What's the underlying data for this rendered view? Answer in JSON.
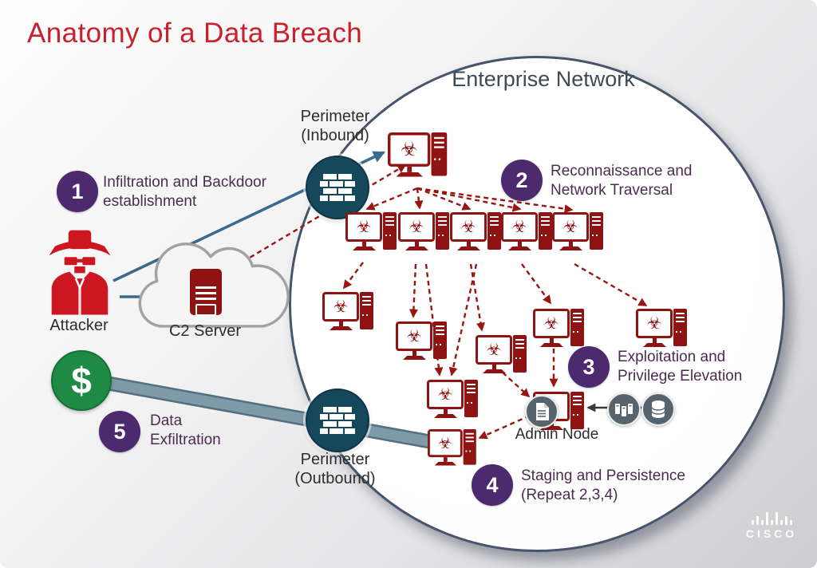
{
  "title": "Anatomy of a Data Breach",
  "network": {
    "label": "Enterprise Network"
  },
  "stages": [
    {
      "num": "1",
      "line1": "Infiltration and  Backdoor",
      "line2": "establishment"
    },
    {
      "num": "2",
      "line1": "Reconnaissance and",
      "line2": "Network Traversal"
    },
    {
      "num": "3",
      "line1": "Exploitation and",
      "line2": "Privilege Elevation"
    },
    {
      "num": "4",
      "line1": "Staging and  Persistence",
      "line2": "(Repeat 2,3,4)"
    },
    {
      "num": "5",
      "line1": "Data",
      "line2": "Exfiltration"
    }
  ],
  "labels": {
    "attacker": "Attacker",
    "c2_server": "C2 Server",
    "admin_node": "Admin Node",
    "perimeter_inbound": {
      "line1": "Perimeter",
      "line2": "(Inbound)"
    },
    "perimeter_outbound": {
      "line1": "Perimeter",
      "line2": "(Outbound)"
    }
  },
  "icons": {
    "biohazard": "☣",
    "dollar": "$",
    "firewall": "brick-wall",
    "attacker": "spy-with-hat",
    "c2": "server-in-cloud",
    "admin_badge": "document",
    "rack_badge": "server-rack",
    "db_badge": "database-cylinder"
  },
  "colors": {
    "title_red": "#c9202c",
    "malware_red": "#8e1312",
    "arrow_red": "#9a1512",
    "badge_purple": "#4d2a6e",
    "arrow_blue": "#3a6b8f",
    "firewall_teal": "#16485c",
    "money_green": "#1e8a44",
    "pipe_gray": "#7f9aa8",
    "circle_border": "#47556b"
  },
  "branding": {
    "logo_text": "CISCO"
  }
}
